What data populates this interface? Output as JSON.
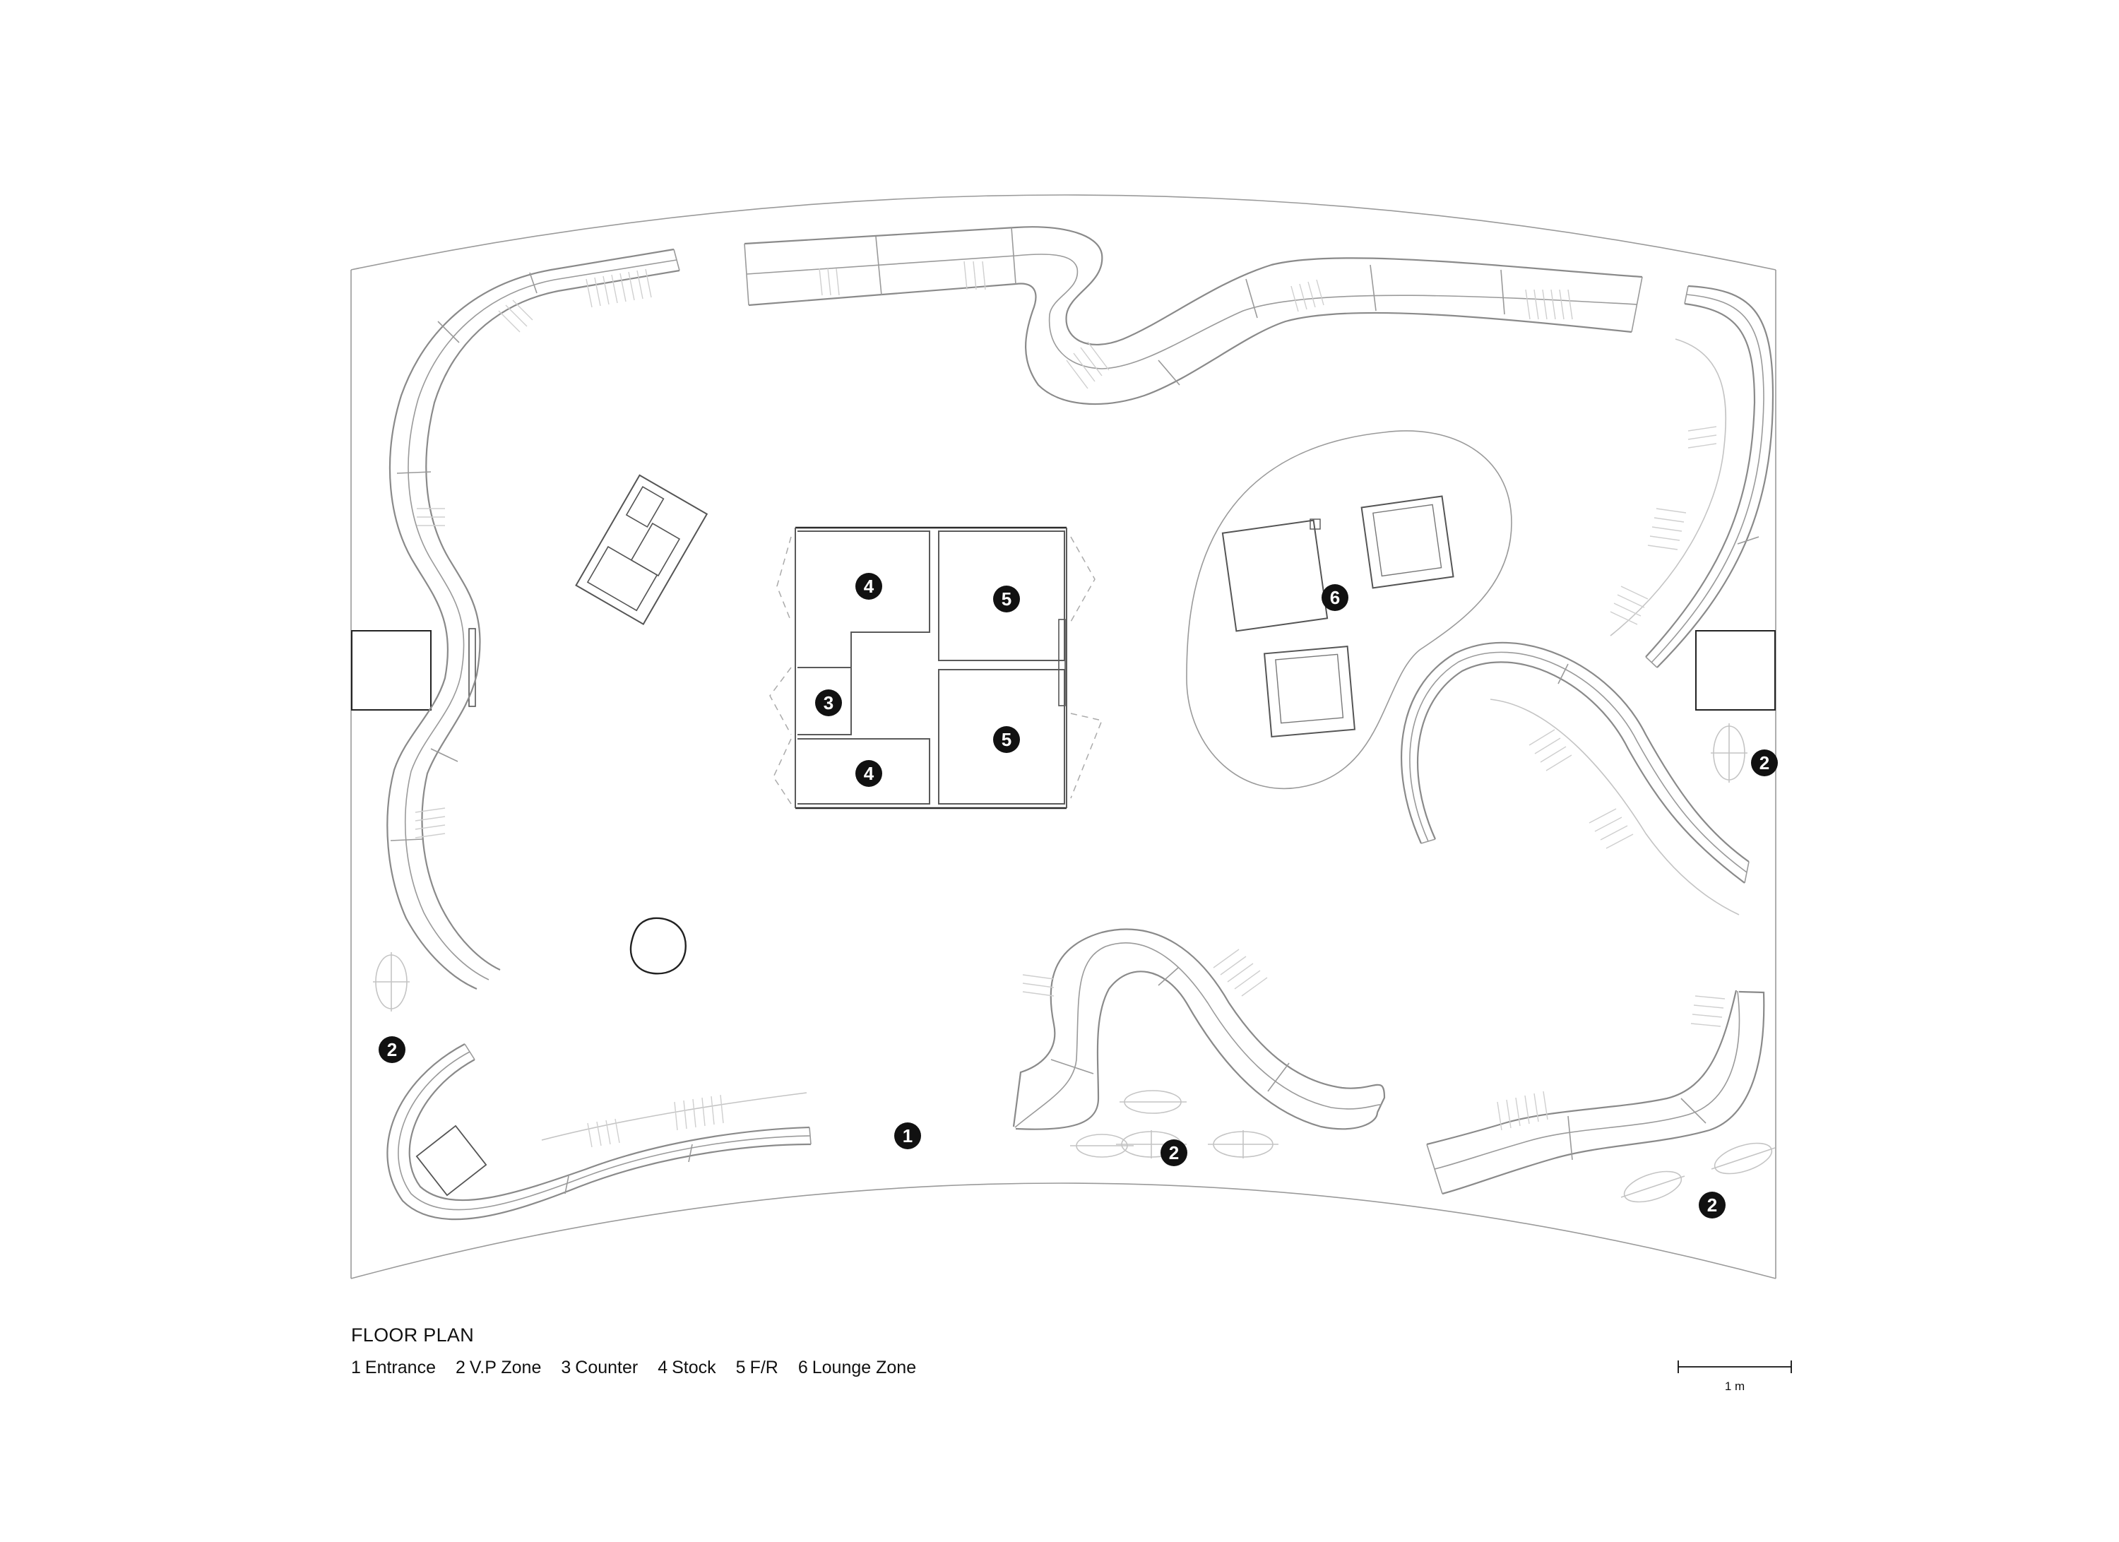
{
  "plan": {
    "title": "FLOOR PLAN",
    "legend": [
      {
        "num": "1",
        "label": "Entrance"
      },
      {
        "num": "2",
        "label": "V.P Zone"
      },
      {
        "num": "3",
        "label": "Counter"
      },
      {
        "num": "4",
        "label": "Stock"
      },
      {
        "num": "5",
        "label": "F/R"
      },
      {
        "num": "6",
        "label": "Lounge Zone"
      }
    ],
    "scale_label": "1 m",
    "markers": [
      "1",
      "2",
      "2",
      "2",
      "2",
      "3",
      "4",
      "4",
      "5",
      "5",
      "6"
    ]
  }
}
